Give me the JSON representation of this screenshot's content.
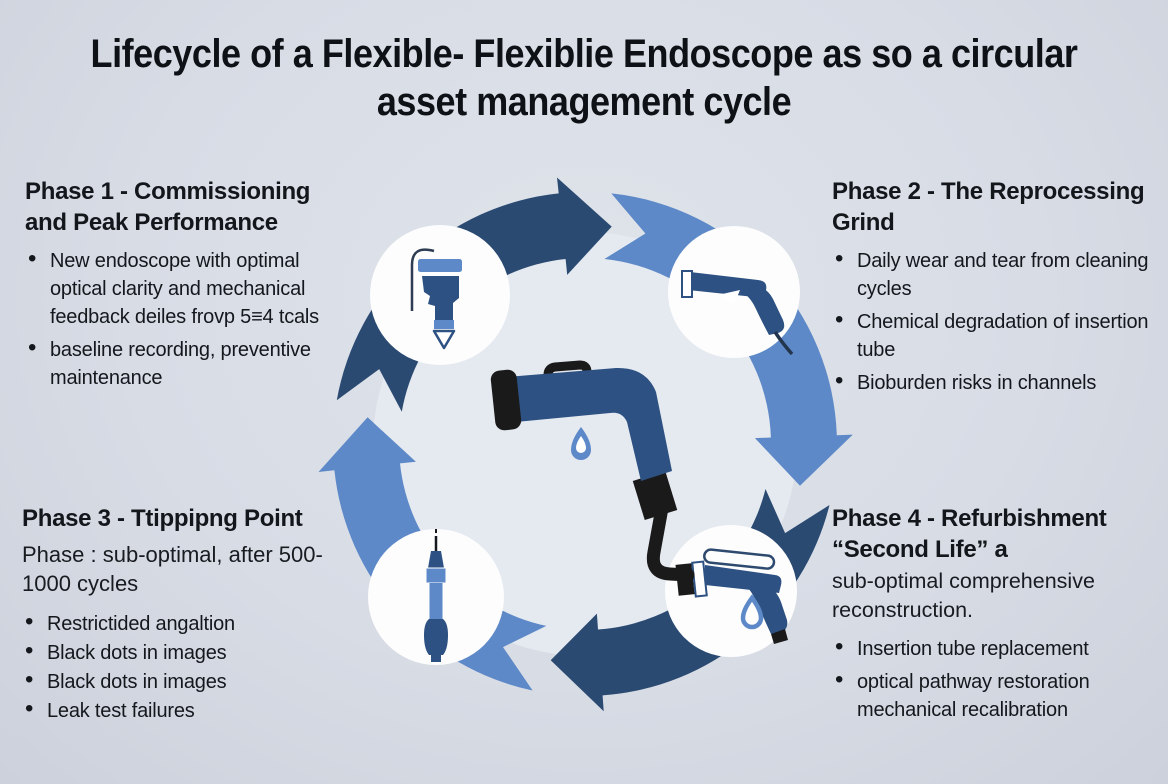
{
  "title": {
    "line1": "Lifecycle of a Flexible- Flexiblie Endoscope as so a circular",
    "line2": "asset management cycle"
  },
  "phases": {
    "p1": {
      "heading": "Phase 1 - Commissioning and Peak Performance",
      "bullets": [
        "New endoscope with optimal optical clarity and mechanical feedback deiles frovp 5≡4 tcals",
        "baseline recording, preventive maintenance"
      ]
    },
    "p2": {
      "heading": "Phase 2 - The Reprocessing Grind",
      "bullets": [
        "Daily wear and tear from cleaning cycles",
        "Chemical degradation of insertion tube",
        "Bioburden risks in channels"
      ]
    },
    "p3": {
      "heading": "Phase 3 - Ttippipng Point",
      "intro": "Phase : sub-optimal, after 500-1000 cycles",
      "bullets": [
        "Restrictided angaltion",
        "Black dots in images",
        "Black dots in images",
        "Leak test failures"
      ]
    },
    "p4": {
      "heading": "Phase 4 - Refurbishment “Second Life” a",
      "intro": "sub-optimal comprehensive reconstruction.",
      "bullets": [
        "Insertion tube replacement",
        "optical pathway restoration mechanical recalibration"
      ]
    }
  },
  "diagram": {
    "icons": {
      "top_left": "endoscope-distal-tip-icon",
      "top_right": "endoscope-handle-icon",
      "bottom_left": "insertion-probe-icon",
      "bottom_right": "refurbished-handle-icon",
      "center": "endoscope-with-cable-illustration"
    }
  },
  "colors": {
    "background": "#d8dce5",
    "inner_disc": "#e5e9f0",
    "arrow_dark": "#2a4a72",
    "arrow_light": "#5d89c8",
    "scope_navy": "#2d5182",
    "scope_black": "#1a1a1a",
    "accent_light_blue": "#5d89c8",
    "circle_white": "#fdfdfd",
    "text": "#101318"
  }
}
